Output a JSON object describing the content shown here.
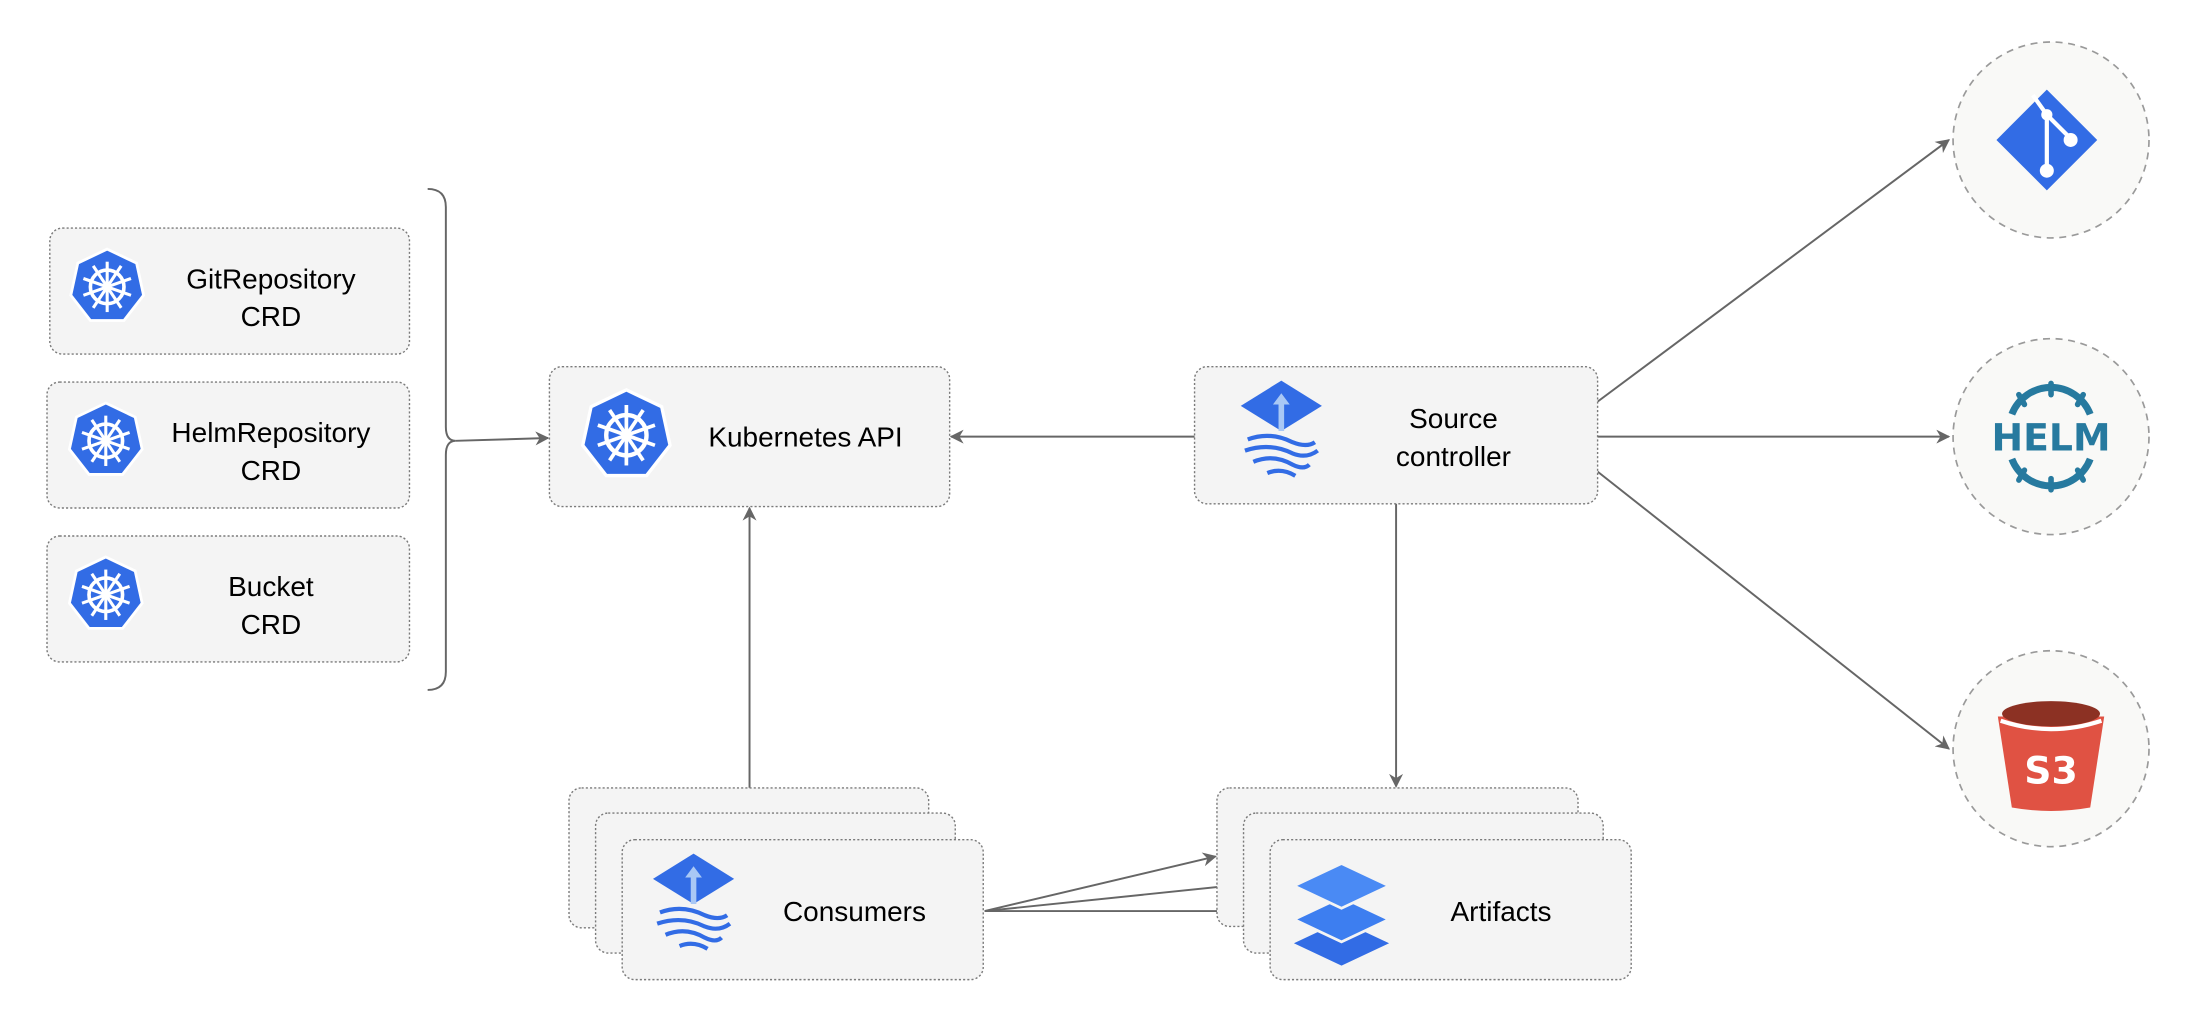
{
  "crds": [
    {
      "line1": "GitRepository",
      "line2": "CRD",
      "icon": "kubernetes-icon"
    },
    {
      "line1": "HelmRepository",
      "line2": "CRD",
      "icon": "kubernetes-icon"
    },
    {
      "line1": "Bucket",
      "line2": "CRD",
      "icon": "kubernetes-icon"
    }
  ],
  "kubernetes_api": {
    "label": "Kubernetes API",
    "icon": "kubernetes-icon"
  },
  "source_controller": {
    "line1": "Source",
    "line2": "controller",
    "icon": "flux-icon"
  },
  "consumers": {
    "label": "Consumers",
    "icon": "flux-icon"
  },
  "artifacts": {
    "label": "Artifacts",
    "icon": "layers-icon"
  },
  "sources": [
    {
      "name": "git",
      "icon": "git-icon"
    },
    {
      "name": "helm",
      "label": "HELM",
      "icon": "helm-icon"
    },
    {
      "name": "s3",
      "label": "S3",
      "icon": "s3-bucket-icon"
    }
  ],
  "colors": {
    "kubernetes": "#326ce5",
    "helm": "#277a9f",
    "s3": "#e05243",
    "s3_top": "#8c3123",
    "edge": "#666666"
  }
}
